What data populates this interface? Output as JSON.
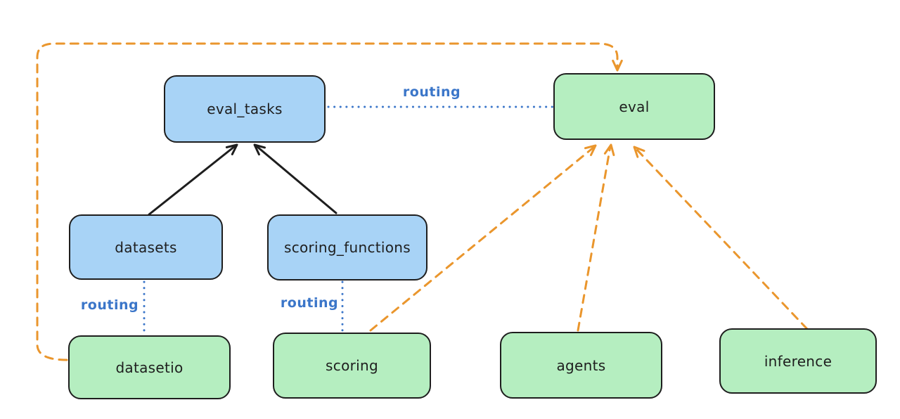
{
  "colors": {
    "background": "#ffffff",
    "blue_node_fill": "#a8d3f6",
    "green_node_fill": "#b5eec0",
    "node_border": "#1e1e1e",
    "orange_connector": "#ea962d",
    "blue_connector": "#3b76c9"
  },
  "nodes": {
    "eval_tasks": {
      "label": "eval_tasks",
      "color": "blue"
    },
    "eval": {
      "label": "eval",
      "color": "green"
    },
    "datasets": {
      "label": "datasets",
      "color": "blue"
    },
    "scoring_functions": {
      "label": "scoring_functions",
      "color": "blue"
    },
    "datasetio": {
      "label": "datasetio",
      "color": "green"
    },
    "scoring": {
      "label": "scoring",
      "color": "green"
    },
    "agents": {
      "label": "agents",
      "color": "green"
    },
    "inference": {
      "label": "inference",
      "color": "green"
    }
  },
  "edge_labels": {
    "eval_tasks_to_eval": "routing",
    "datasets_to_datasetio": "routing",
    "scoring_functions_to_scoring": "routing"
  }
}
